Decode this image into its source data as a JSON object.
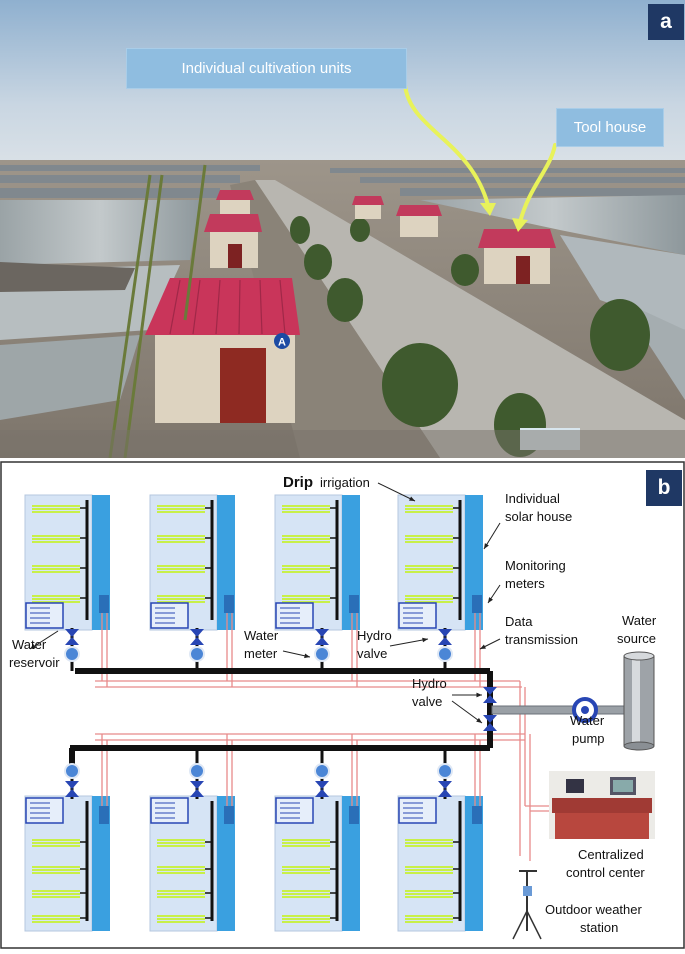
{
  "panel_a": {
    "label": "a",
    "callouts": {
      "cultivation_units": "Individual cultivation units",
      "tool_house": "Tool house"
    },
    "sign_letter": "A"
  },
  "panel_b": {
    "label": "b",
    "labels": {
      "drip_bold": "Drip",
      "drip_rest": " irrigation",
      "solar_house_1": "Individual",
      "solar_house_2": "solar house",
      "monitoring_1": "Monitoring",
      "monitoring_2": "meters",
      "data_tx_1": "Data",
      "data_tx_2": "transmission",
      "water_source_1": "Water",
      "water_source_2": "source",
      "reservoir_1": "Water",
      "reservoir_2": "reservoir",
      "water_meter_1": "Water",
      "water_meter_2": "meter",
      "hydro_top_1": "Hydro",
      "hydro_top_2": "valve",
      "hydro_mid_1": "Hydro",
      "hydro_mid_2": "valve",
      "pump_1": "Water",
      "pump_2": "pump",
      "control_1": "Centralized",
      "control_2": "control center",
      "weather_1": "Outdoor weather",
      "weather_2": "station"
    }
  },
  "colors": {
    "label_bg": "#1f3864",
    "callout_bg": "#8fbde0",
    "arrow": "#e8f25a",
    "house_fill": "#d6e4f5",
    "bed": "#c8f048",
    "pipe": "#111111",
    "signal": "#e88a8a",
    "valve": "#2846b4"
  }
}
